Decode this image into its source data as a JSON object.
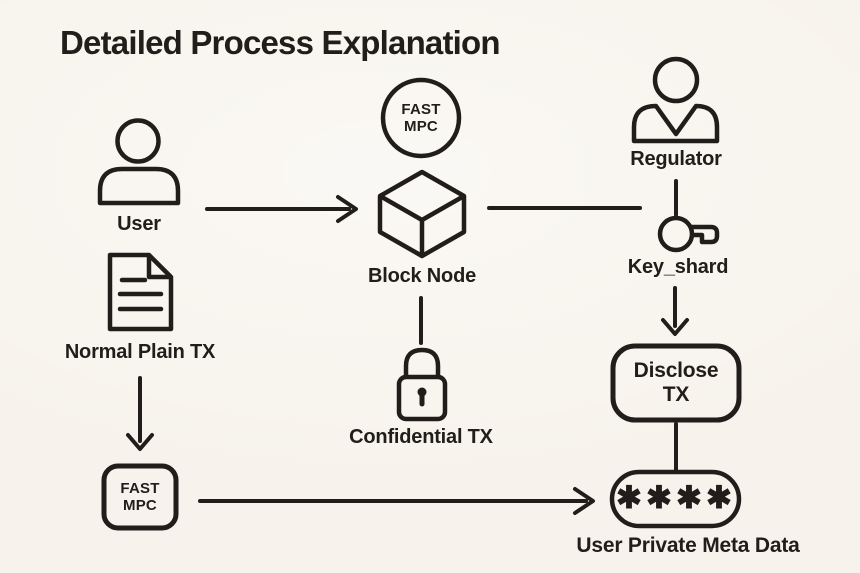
{
  "title": "Detailed Process Explanation",
  "colors": {
    "background": "#f7f3ec",
    "ink": "#201d1a"
  },
  "nodes": {
    "user": {
      "label": "User",
      "icon": "person-icon"
    },
    "fast_mpc_top": {
      "line1": "FAST",
      "line2": "MPC",
      "shape": "circle"
    },
    "block_node": {
      "label": "Block Node",
      "icon": "cube-icon"
    },
    "regulator": {
      "label": "Regulator",
      "icon": "person-vneck-icon"
    },
    "key_shard": {
      "label": "Key_shard",
      "icon": "key-icon"
    },
    "normal_plain_tx": {
      "label": "Normal Plain TX",
      "icon": "document-icon"
    },
    "confidential_tx": {
      "label": "Confidential TX",
      "icon": "lock-icon"
    },
    "disclose_tx": {
      "line1": "Disclose",
      "line2": "TX",
      "shape": "rounded-rect"
    },
    "fast_mpc_bottom": {
      "line1": "FAST",
      "line2": "MPC",
      "shape": "rounded-square"
    },
    "meta_data": {
      "symbol": "✱✱✱✱",
      "label": "User Private Meta Data",
      "shape": "pill"
    }
  },
  "edges": [
    {
      "from": "user",
      "to": "block_node",
      "style": "arrow"
    },
    {
      "from": "block_node",
      "to": "key_shard",
      "style": "line"
    },
    {
      "from": "regulator",
      "to": "key_shard",
      "style": "line"
    },
    {
      "from": "key_shard",
      "to": "disclose_tx",
      "style": "arrow"
    },
    {
      "from": "disclose_tx",
      "to": "meta_data",
      "style": "line"
    },
    {
      "from": "block_node",
      "to": "confidential_tx",
      "style": "line"
    },
    {
      "from": "normal_plain_tx",
      "to": "fast_mpc_bottom",
      "style": "arrow"
    },
    {
      "from": "fast_mpc_bottom",
      "to": "meta_data",
      "style": "arrow"
    }
  ]
}
